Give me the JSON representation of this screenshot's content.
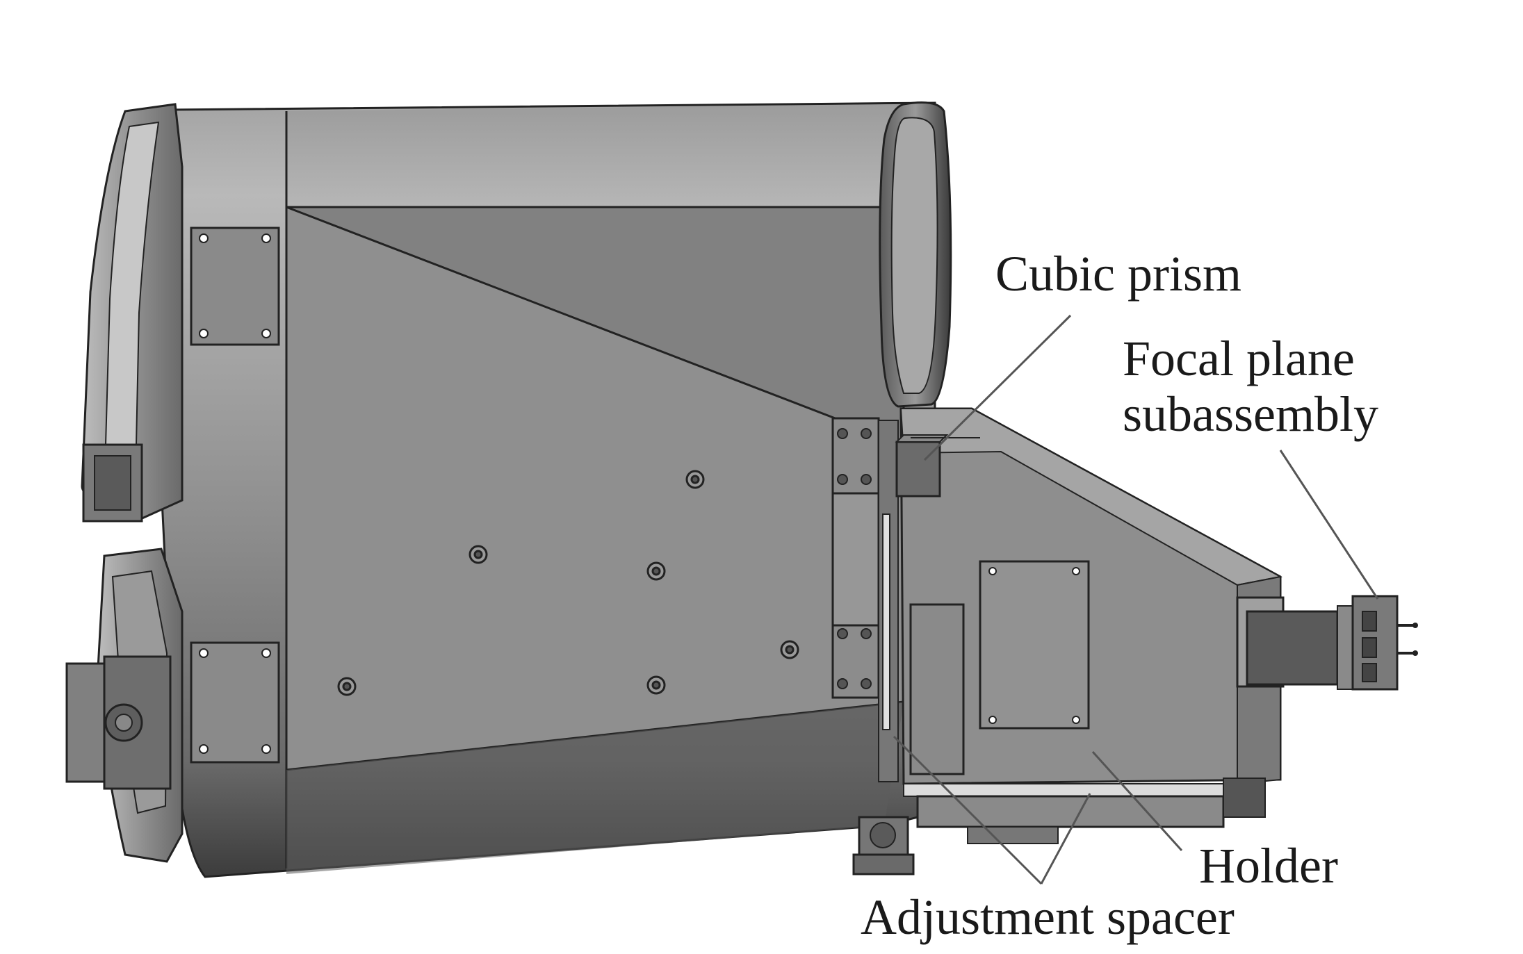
{
  "labels": {
    "cubic_prism": "Cubic prism",
    "focal_plane_line1": "Focal plane",
    "focal_plane_line2": "subassembly",
    "holder": "Holder",
    "adjustment_spacer": "Adjustment spacer"
  },
  "colors": {
    "background": "#ffffff",
    "body_fill": "#909090",
    "body_light": "#b2b2b2",
    "body_dark": "#4a4a4a",
    "edge": "#222222",
    "leader": "#555555",
    "text": "#1a1a1a"
  }
}
